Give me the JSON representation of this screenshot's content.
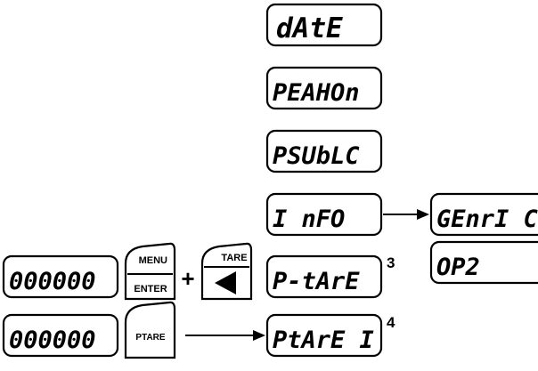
{
  "menu": {
    "date": "dAtE",
    "peakhold": "PEAHOn",
    "psubtc": "PSUbLC",
    "info": "I nFO",
    "ptare": "P-tArE",
    "ptare1": "PtArE I"
  },
  "info_sub": {
    "generic": "GEnrI C",
    "op2": "OP2"
  },
  "display": {
    "row1": "000000",
    "row2": "000000"
  },
  "keys": {
    "menu_top": "MENU",
    "menu_bottom": "ENTER",
    "tare": "TARE",
    "ptare": "PTARE",
    "plus": "+"
  },
  "notes": {
    "ptare_note": "3",
    "ptare1_note": "4"
  }
}
